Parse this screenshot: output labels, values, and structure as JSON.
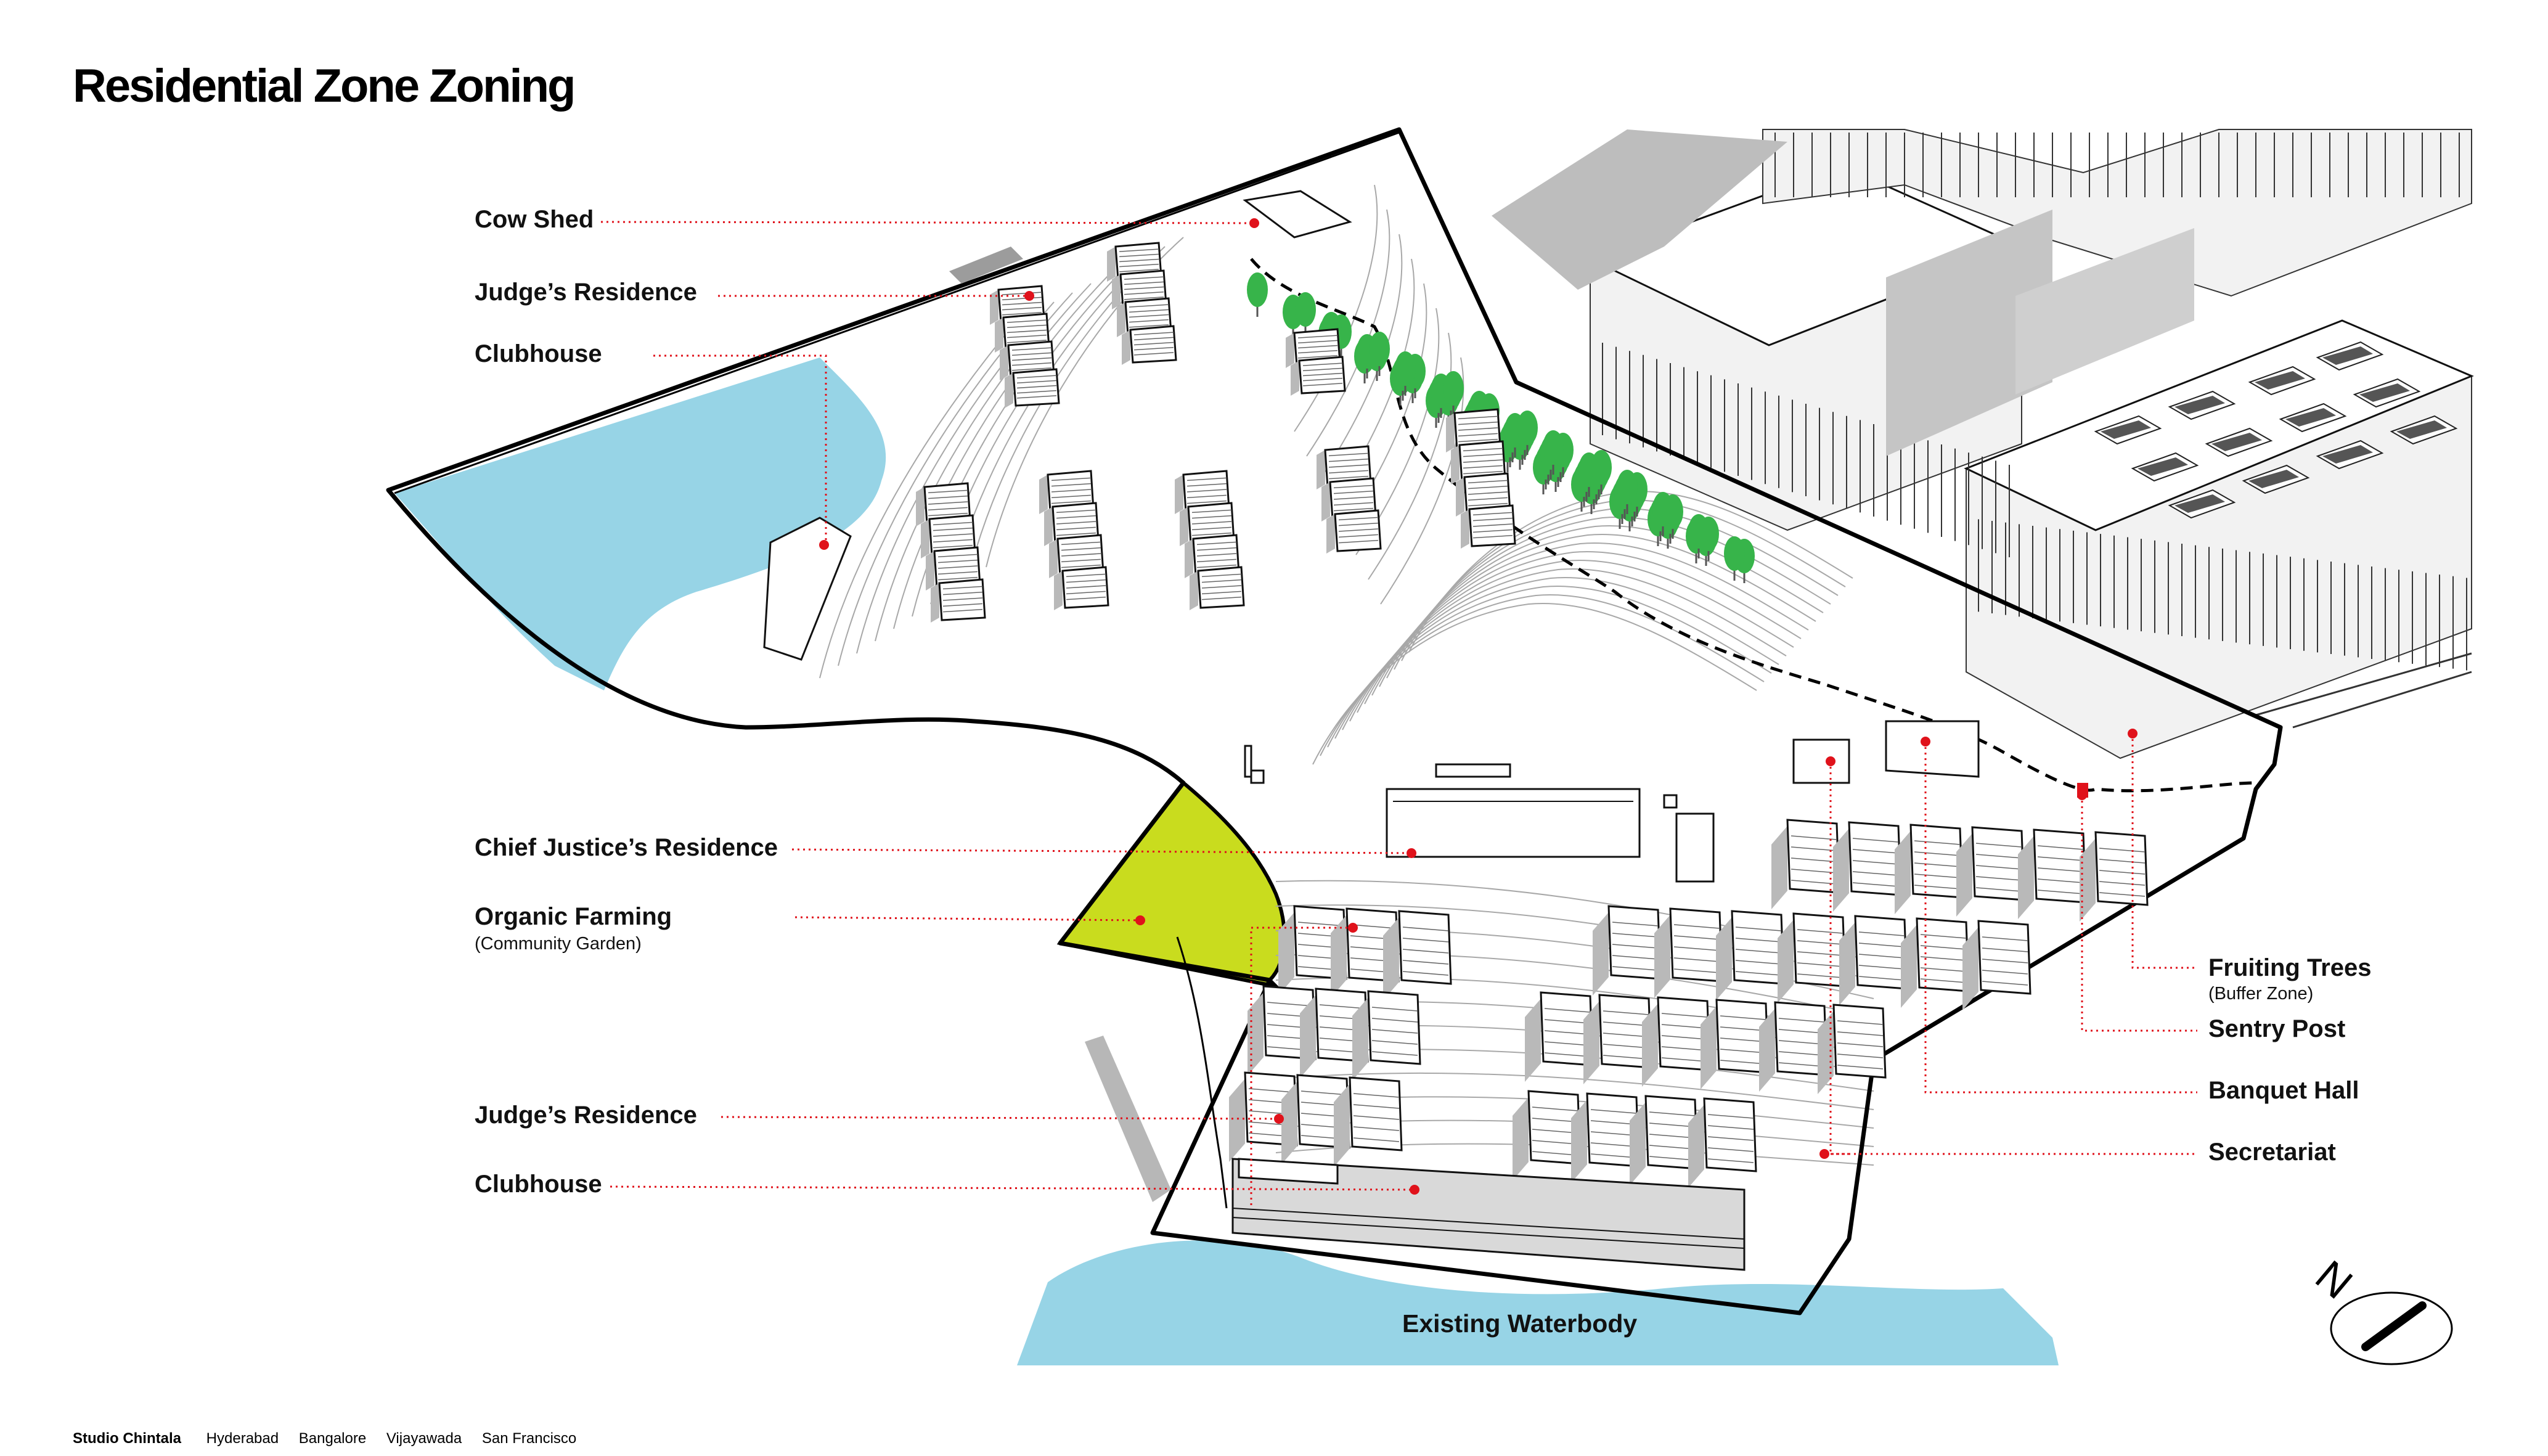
{
  "title": "Residential Zone Zoning",
  "labels_left": [
    {
      "key": "cow_shed",
      "text": "Cow Shed",
      "sub": ""
    },
    {
      "key": "judges_residence_top",
      "text": "Judge’s Residence",
      "sub": ""
    },
    {
      "key": "clubhouse_top",
      "text": "Clubhouse",
      "sub": ""
    },
    {
      "key": "chief_justice",
      "text": "Chief Justice’s Residence",
      "sub": ""
    },
    {
      "key": "organic_farming",
      "text": "Organic Farming",
      "sub": "(Community Garden)"
    },
    {
      "key": "judges_residence_bottom",
      "text": "Judge’s Residence",
      "sub": ""
    },
    {
      "key": "clubhouse_bottom",
      "text": "Clubhouse",
      "sub": ""
    }
  ],
  "labels_right": [
    {
      "key": "fruiting_trees",
      "text": "Fruiting Trees",
      "sub": "(Buffer Zone)"
    },
    {
      "key": "sentry_post",
      "text": "Sentry Post",
      "sub": ""
    },
    {
      "key": "banquet_hall",
      "text": "Banquet Hall",
      "sub": ""
    },
    {
      "key": "secretariat",
      "text": "Secretariat",
      "sub": ""
    }
  ],
  "waterbody_label": "Existing Waterbody",
  "north_arrow": {
    "letter": "N",
    "icon": "north-arrow-icon"
  },
  "footer": {
    "studio": "Studio Chintala",
    "cities": [
      "Hyderabad",
      "Bangalore",
      "Vijayawada",
      "San Francisco"
    ]
  },
  "colors": {
    "water": "#97d4e6",
    "farm": "#c9dc1e",
    "trees": "#37b44a",
    "leader": "#e0121b",
    "boundary": "#000000"
  }
}
